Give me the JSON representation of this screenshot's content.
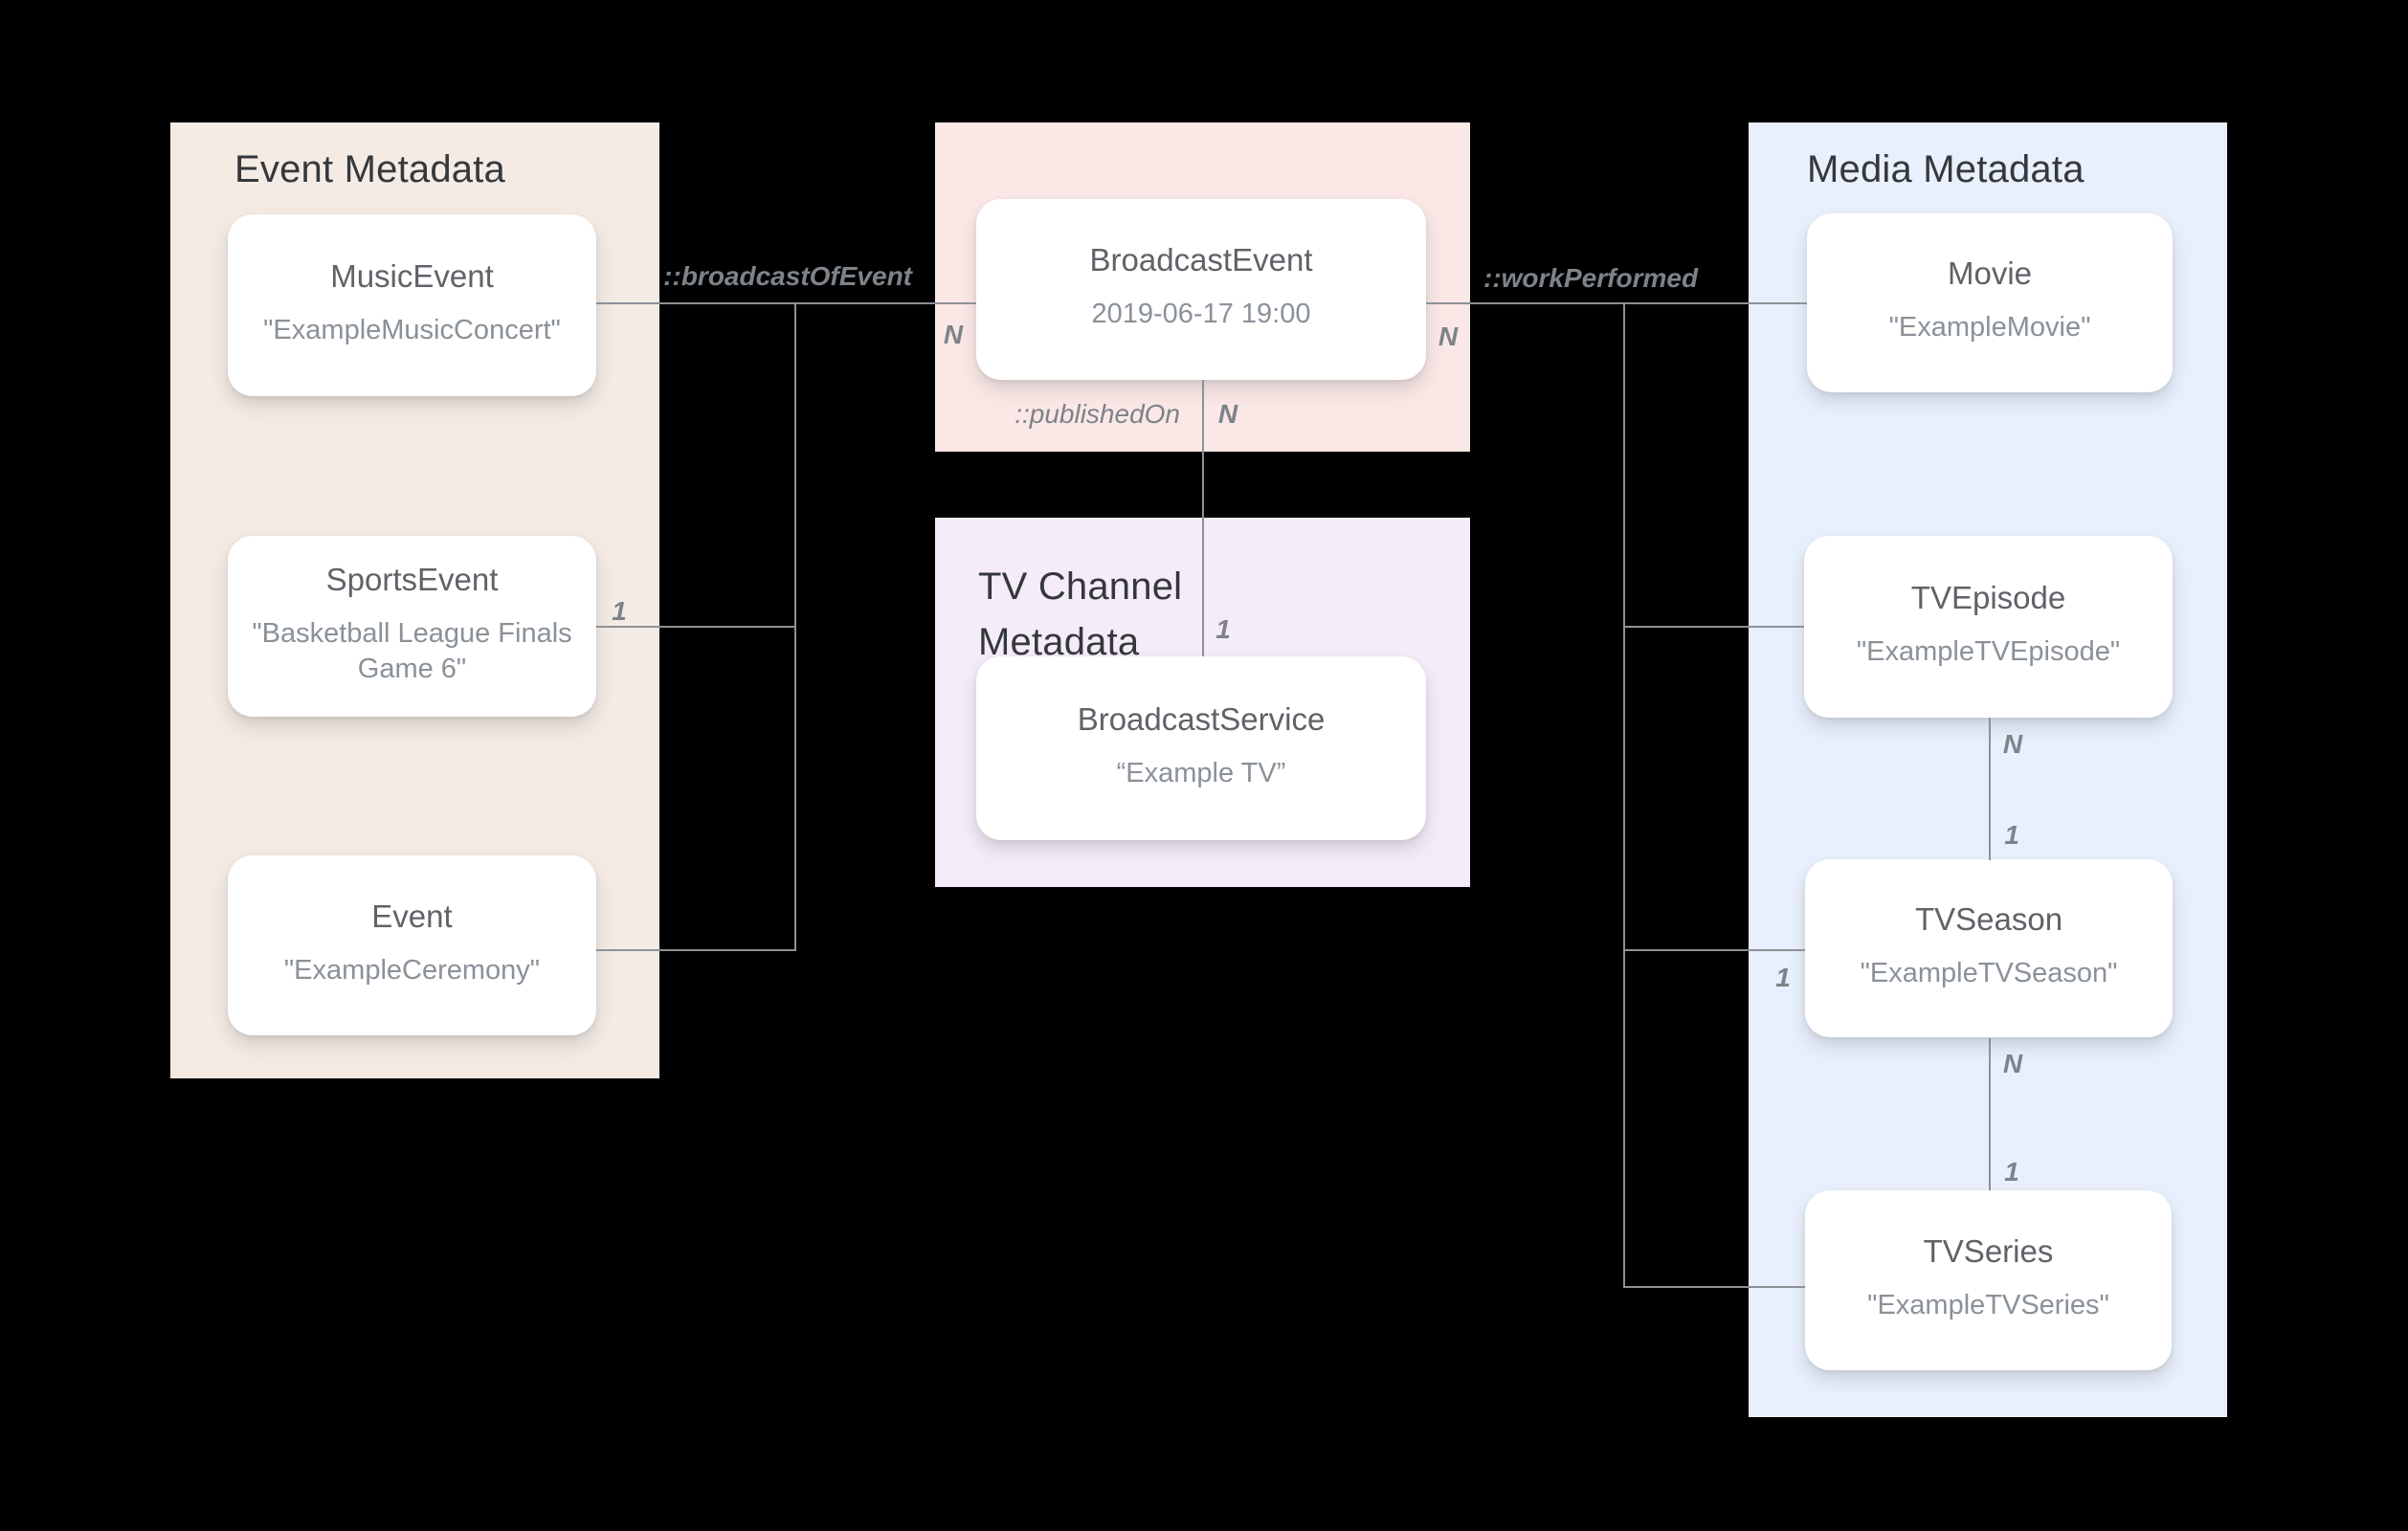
{
  "diagram": {
    "panels": {
      "event": {
        "title": "Event Metadata"
      },
      "tv_channel": {
        "title": "TV Channel Metadata"
      },
      "media": {
        "title": "Media Metadata"
      }
    },
    "nodes": {
      "music_event": {
        "type": "MusicEvent",
        "value": "\"ExampleMusicConcert\""
      },
      "sports_event": {
        "type": "SportsEvent",
        "value": "\"Basketball League Finals Game 6\""
      },
      "event": {
        "type": "Event",
        "value": "\"ExampleCeremony\""
      },
      "broadcast_event": {
        "type": "BroadcastEvent",
        "value": "2019-06-17 19:00"
      },
      "broadcast_service": {
        "type": "BroadcastService",
        "value": "“Example TV”"
      },
      "movie": {
        "type": "Movie",
        "value": "\"ExampleMovie\""
      },
      "tv_episode": {
        "type": "TVEpisode",
        "value": "\"ExampleTVEpisode\""
      },
      "tv_season": {
        "type": "TVSeason",
        "value": "\"ExampleTVSeason\""
      },
      "tv_series": {
        "type": "TVSeries",
        "value": "\"ExampleTVSeries\""
      }
    },
    "relations": {
      "broadcast_of_event": "::broadcastOfEvent",
      "published_on": "::publishedOn",
      "work_performed": "::workPerformed"
    },
    "cardinalities": [
      {
        "id": "broadcast-event-left-n",
        "text": "N"
      },
      {
        "id": "broadcast-event-right-n",
        "text": "N"
      },
      {
        "id": "published-on-n",
        "text": "N"
      },
      {
        "id": "broadcast-service-1",
        "text": "1"
      },
      {
        "id": "sports-event-1",
        "text": "1"
      },
      {
        "id": "episode-season-n",
        "text": "N"
      },
      {
        "id": "episode-season-1",
        "text": "1"
      },
      {
        "id": "season-left-1",
        "text": "1"
      },
      {
        "id": "season-series-n",
        "text": "N"
      },
      {
        "id": "season-series-1",
        "text": "1"
      }
    ],
    "colors": {
      "event_panel": "#F4EBE4",
      "broadcast_panel": "#FBE8E6",
      "tv_channel_panel": "#F5ECF9",
      "media_panel": "#E9F0FD",
      "card": "#FFFFFF",
      "line": "#8D9196",
      "label": "#7D8389",
      "panel_title": "#35383B",
      "card_title": "#5F6368",
      "card_value": "#8A9199"
    }
  }
}
